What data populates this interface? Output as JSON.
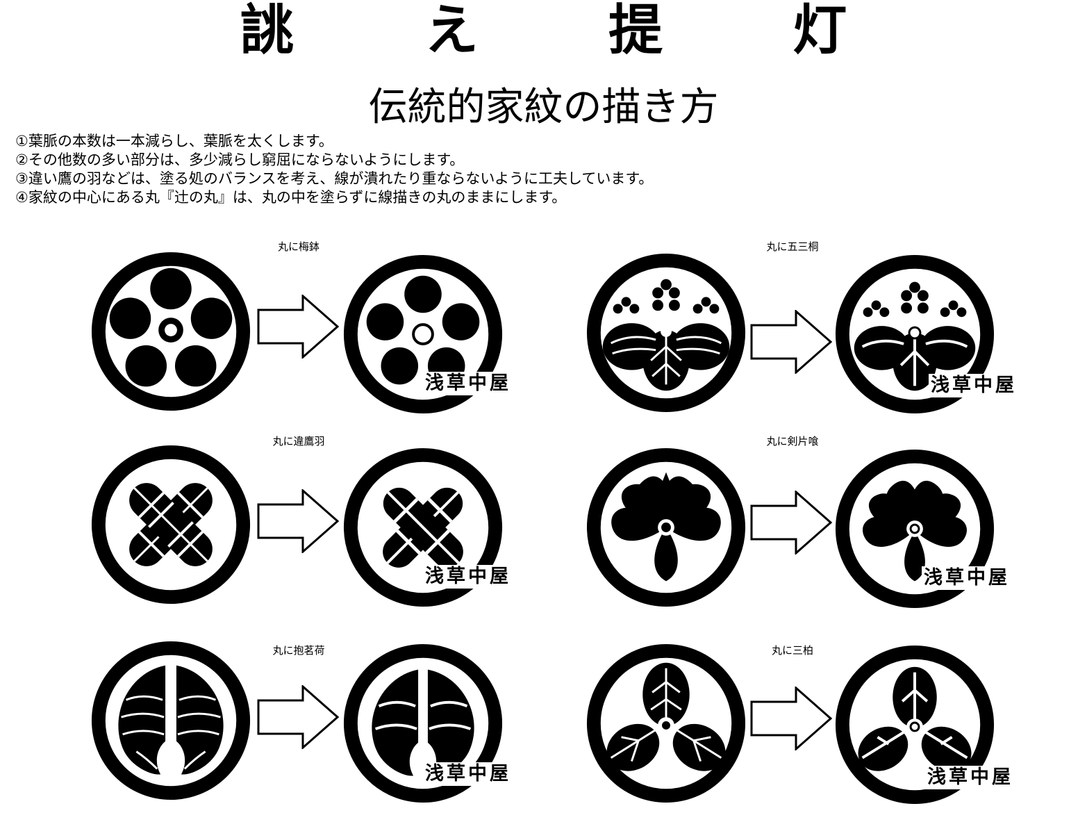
{
  "header": {
    "title": "誂 え 提 灯",
    "subtitle": "伝統的家紋の描き方"
  },
  "rules": [
    "①葉脈の本数は一本減らし、葉脈を太くします。",
    "②その他数の多い部分は、多少減らし窮屈にならないようにします。",
    "③違い鷹の羽などは、塗る処のバランスを考え、線が潰れたり重ならないように工夫しています。",
    "④家紋の中心にある丸『辻の丸』は、丸の中を塗らずに線描きの丸のままにします。"
  ],
  "crests": [
    {
      "name": "丸に梅鉢",
      "watermark": "浅草中屋"
    },
    {
      "name": "丸に五三桐",
      "watermark": "浅草中屋"
    },
    {
      "name": "丸に違鷹羽",
      "watermark": "浅草中屋"
    },
    {
      "name": "丸に剣片喰",
      "watermark": "浅草中屋"
    },
    {
      "name": "丸に抱茗荷",
      "watermark": "浅草中屋"
    },
    {
      "name": "丸に三柏",
      "watermark": "浅草中屋"
    }
  ],
  "colors": {
    "ink": "#000000",
    "paper": "#ffffff"
  }
}
